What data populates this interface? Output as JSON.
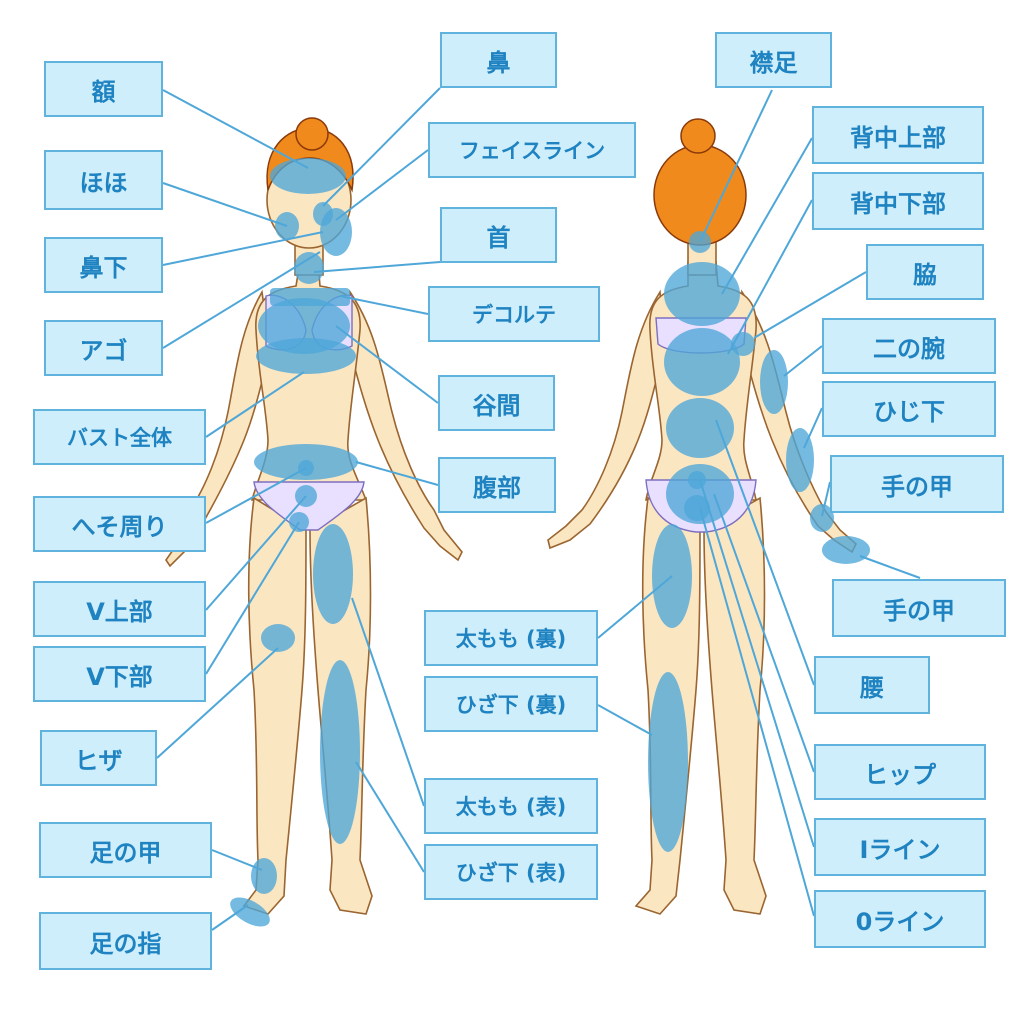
{
  "colors": {
    "label_bg": "#cfeefc",
    "label_border": "#5fb3dc",
    "label_text": "#1e83c0",
    "zone": "#4ea7d8",
    "skin": "#fbe6c2",
    "hair": "#f08a1c",
    "underwear": "#e9e0ff"
  },
  "labels": {
    "forehead": "額",
    "cheek": "ほほ",
    "under_nose": "鼻下",
    "chin": "アゴ",
    "bust": "バスト全体",
    "navel": "へそ周り",
    "v_upper": "V上部",
    "v_lower": "V下部",
    "knee": "ヒザ",
    "instep": "足の甲",
    "toes": "足の指",
    "nose": "鼻",
    "faceline": "フェイスライン",
    "neck": "首",
    "decollete": "デコルテ",
    "cleavage": "谷間",
    "abdomen": "腹部",
    "thigh_back": "太もも (裏)",
    "below_knee_back": "ひざ下 (裏)",
    "thigh_front": "太もも (表)",
    "below_knee_front": "ひざ下 (表)",
    "nape": "襟足",
    "upper_back": "背中上部",
    "lower_back": "背中下部",
    "armpit": "脇",
    "upper_arm": "二の腕",
    "below_elbow": "ひじ下",
    "back_of_hand_1": "手の甲",
    "back_of_hand_2": "手の甲",
    "waist": "腰",
    "hip": "ヒップ",
    "i_line": "Iライン",
    "o_line": "0ライン"
  }
}
